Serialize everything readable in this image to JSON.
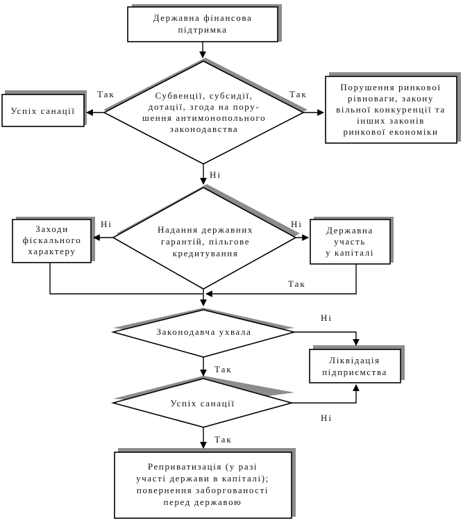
{
  "nodes": {
    "state_support": [
      "Державна фінансова",
      "підтримка"
    ],
    "subventions_decision": [
      "Субвенції, субсидії,",
      "дотації, згода на пору-",
      "шення антимонопольного",
      "законодавства"
    ],
    "sanation_success_top": [
      "Успіх санації"
    ],
    "market_violation": [
      "Порушення ринкової",
      "рівноваги, закону",
      "вільної конкуренції та",
      "інших законів",
      "ринкової економіки"
    ],
    "guarantees_decision": [
      "Надання державних",
      "гарантій, пільгове",
      "кредитування"
    ],
    "fiscal_measures": [
      "Заходи",
      "фіскального",
      "характеру"
    ],
    "state_equity": [
      "Державна",
      "участь",
      "у капіталі"
    ],
    "legislative_approval": [
      "Законодавча ухвала"
    ],
    "liquidation": [
      "Ліквідація",
      "підприємства"
    ],
    "sanation_success": [
      "Успіх санації"
    ],
    "reprivatization": [
      "Реприватизація (у разі",
      "участі держави в капіталі);",
      "повернення заборгованості",
      "перед державою"
    ]
  },
  "edge_labels": {
    "yes_left": "Так",
    "yes_right": "Так",
    "no_down": "Ні",
    "no_left": "Ні",
    "no_right": "Ні",
    "yes_equity": "Так",
    "no_liquidation_top": "Ні",
    "yes_down_approval": "Так",
    "no_liquidation_bottom": "Ні",
    "yes_final": "Так"
  }
}
